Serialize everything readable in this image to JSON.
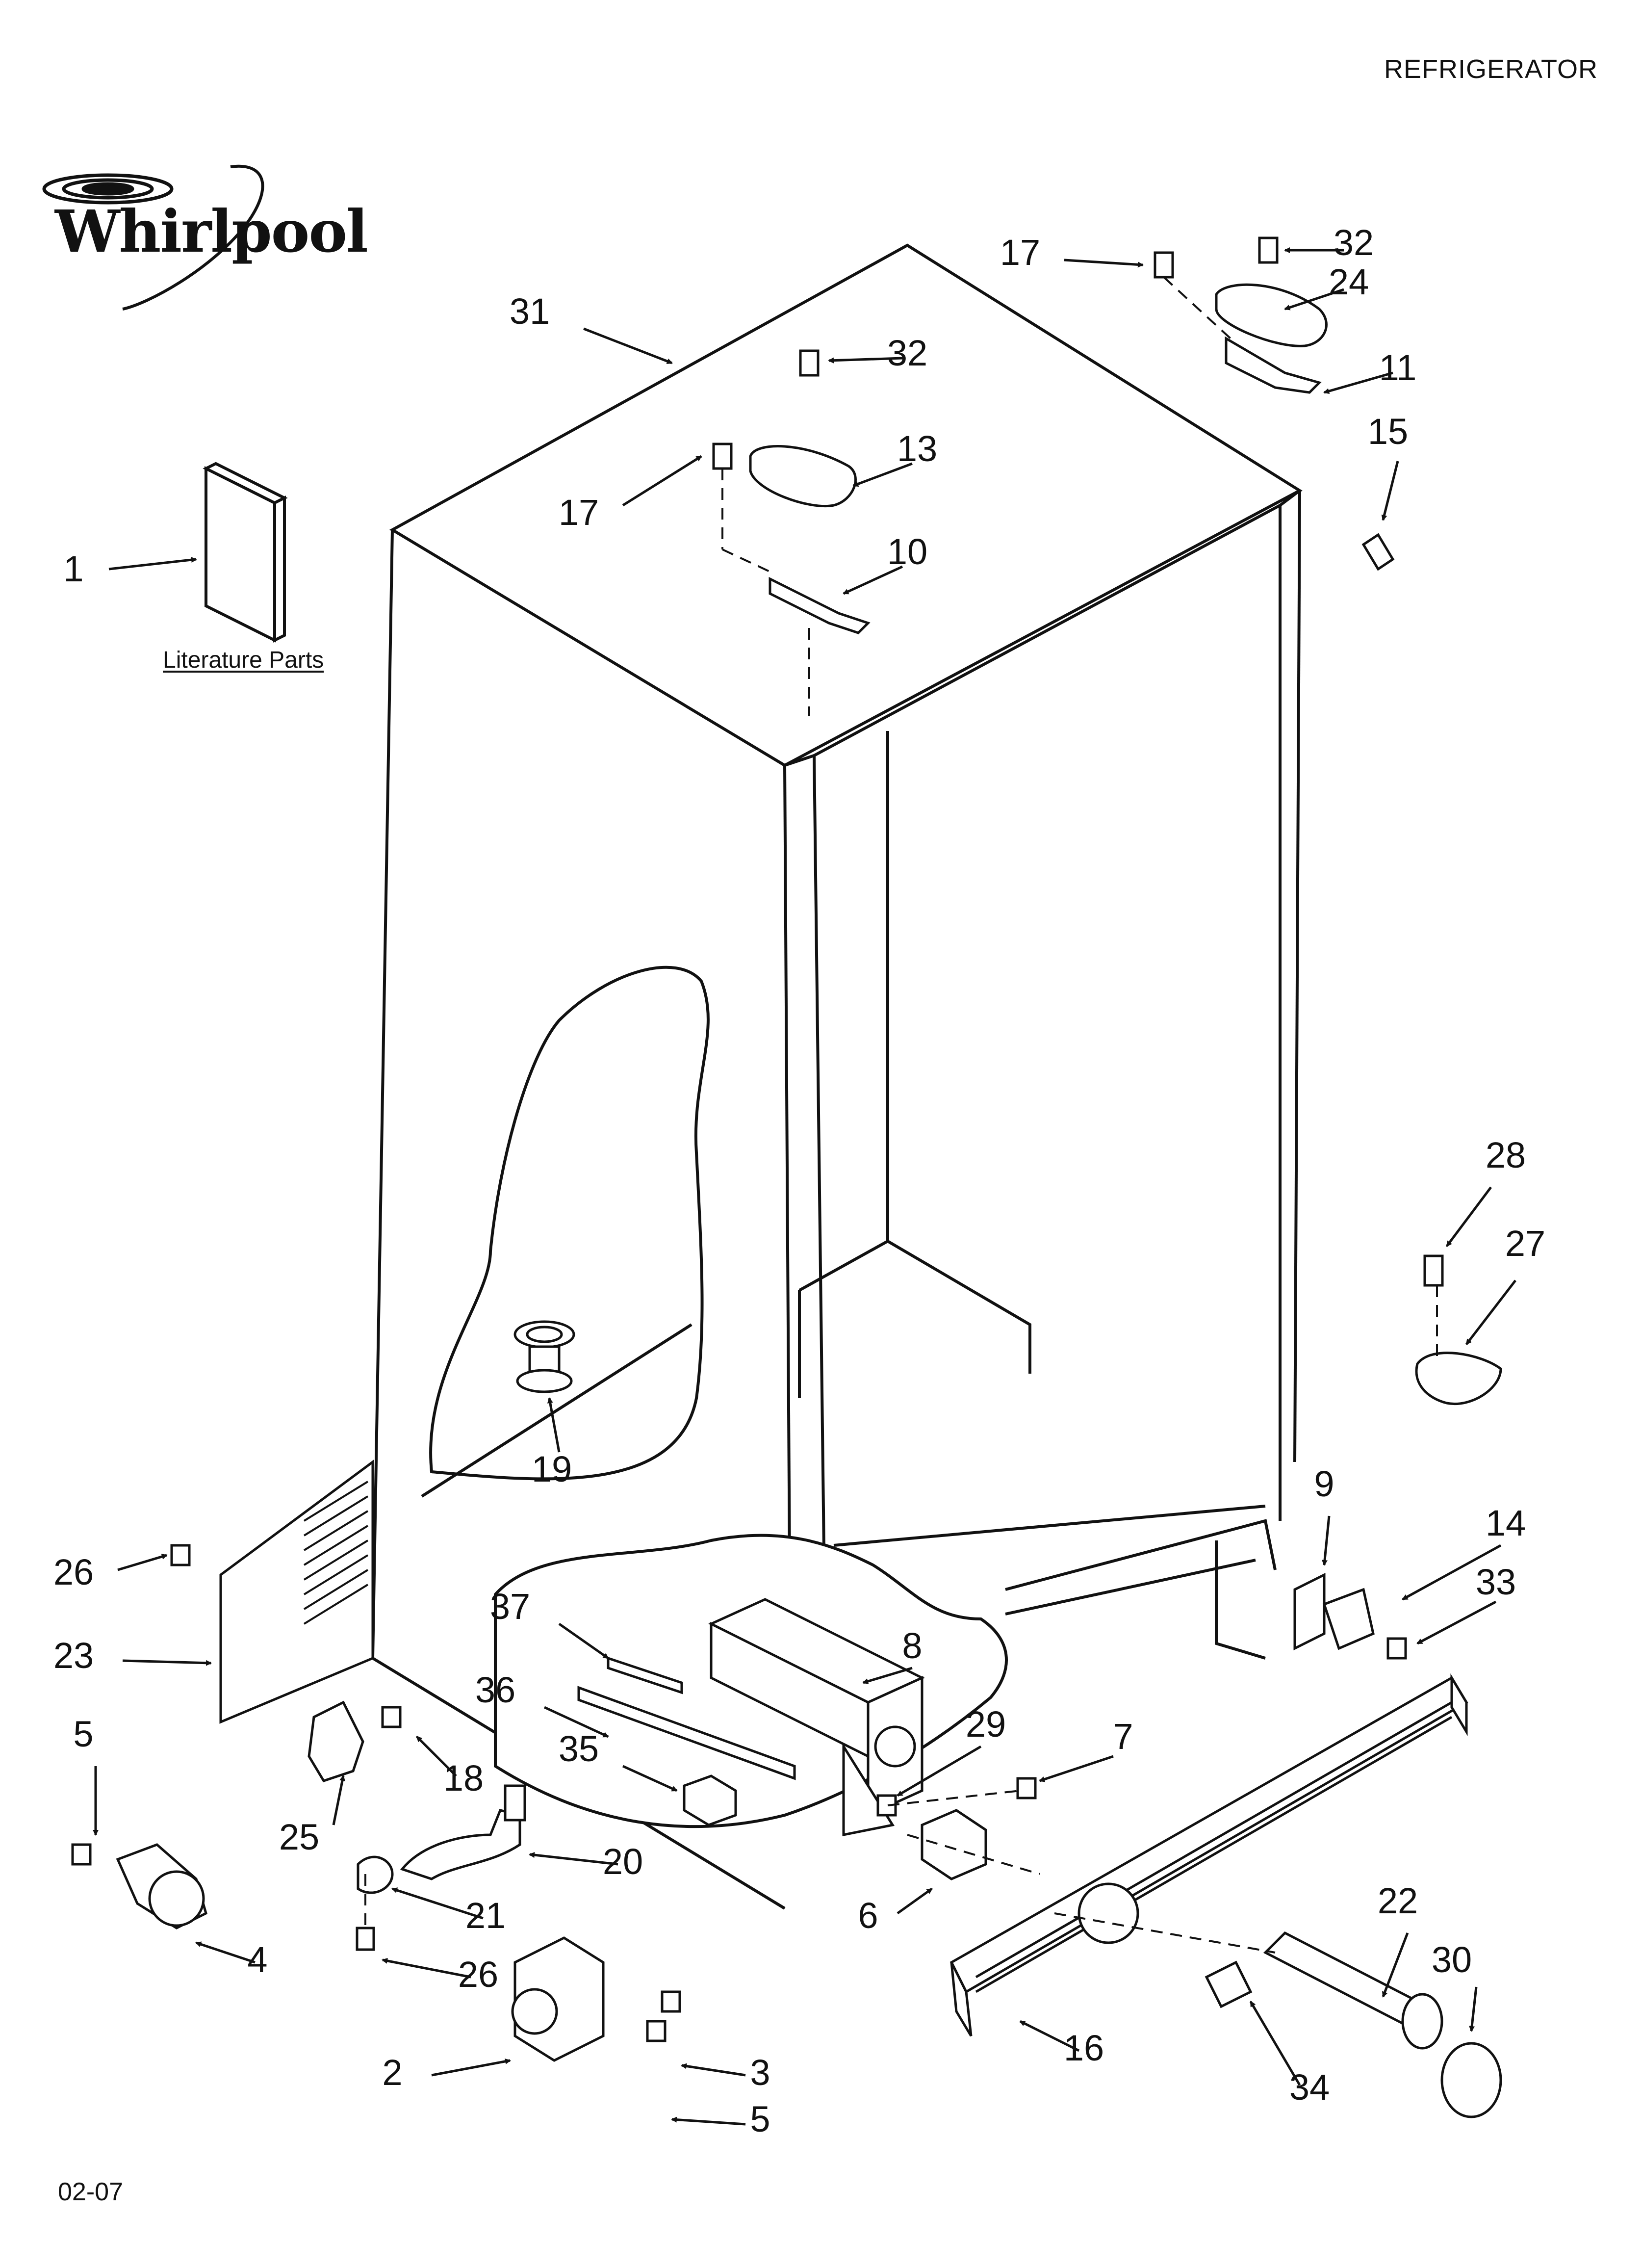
{
  "header": {
    "brand": "Whirlpool",
    "title": "REFRIGERATOR",
    "date_code": "02-07",
    "literature_label": "Literature Parts"
  },
  "colors": {
    "ink": "#111111",
    "paper": "#ffffff"
  },
  "callouts": [
    {
      "label": "1"
    },
    {
      "label": "2"
    },
    {
      "label": "3"
    },
    {
      "label": "4"
    },
    {
      "label": "5"
    },
    {
      "label": "5"
    },
    {
      "label": "6"
    },
    {
      "label": "7"
    },
    {
      "label": "8"
    },
    {
      "label": "9"
    },
    {
      "label": "10"
    },
    {
      "label": "11"
    },
    {
      "label": "13"
    },
    {
      "label": "14"
    },
    {
      "label": "15"
    },
    {
      "label": "16"
    },
    {
      "label": "17"
    },
    {
      "label": "17"
    },
    {
      "label": "18"
    },
    {
      "label": "19"
    },
    {
      "label": "20"
    },
    {
      "label": "21"
    },
    {
      "label": "22"
    },
    {
      "label": "23"
    },
    {
      "label": "24"
    },
    {
      "label": "25"
    },
    {
      "label": "26"
    },
    {
      "label": "26"
    },
    {
      "label": "27"
    },
    {
      "label": "28"
    },
    {
      "label": "29"
    },
    {
      "label": "30"
    },
    {
      "label": "31"
    },
    {
      "label": "32"
    },
    {
      "label": "32"
    },
    {
      "label": "33"
    },
    {
      "label": "34"
    },
    {
      "label": "35"
    },
    {
      "label": "36"
    },
    {
      "label": "37"
    }
  ]
}
